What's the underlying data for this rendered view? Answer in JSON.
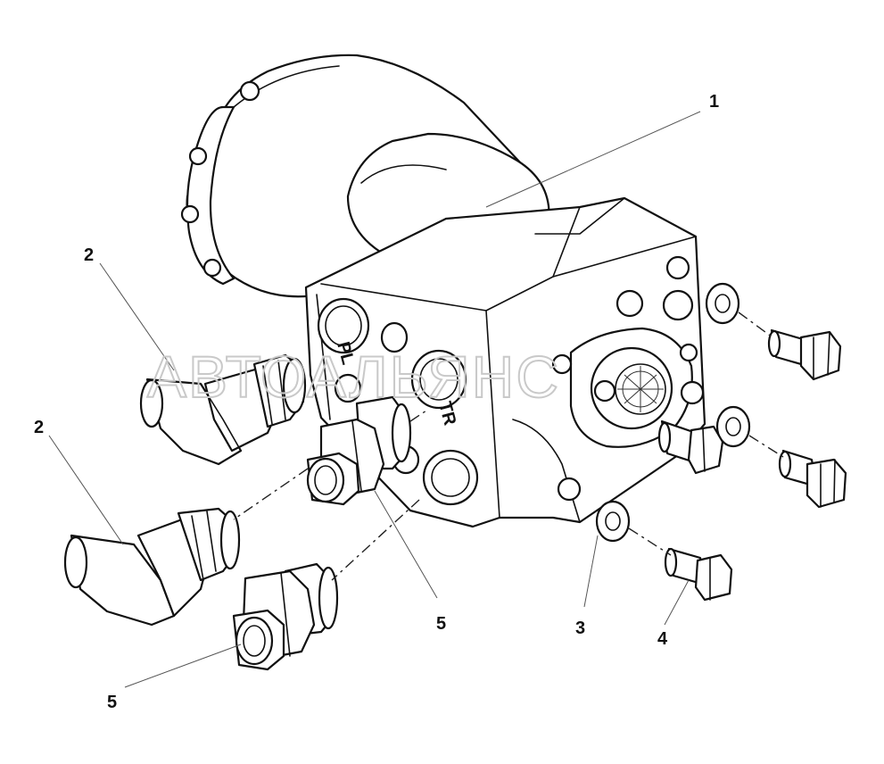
{
  "diagram": {
    "callouts": [
      "1",
      "2",
      "2",
      "5",
      "5",
      "3",
      "4"
    ],
    "port_marks": [
      "PL",
      "TR"
    ],
    "watermark": "АВТОАЛЬЯНС",
    "colors": {
      "line": "#111111",
      "background": "#ffffff",
      "watermark": "#c9c9c9"
    }
  }
}
